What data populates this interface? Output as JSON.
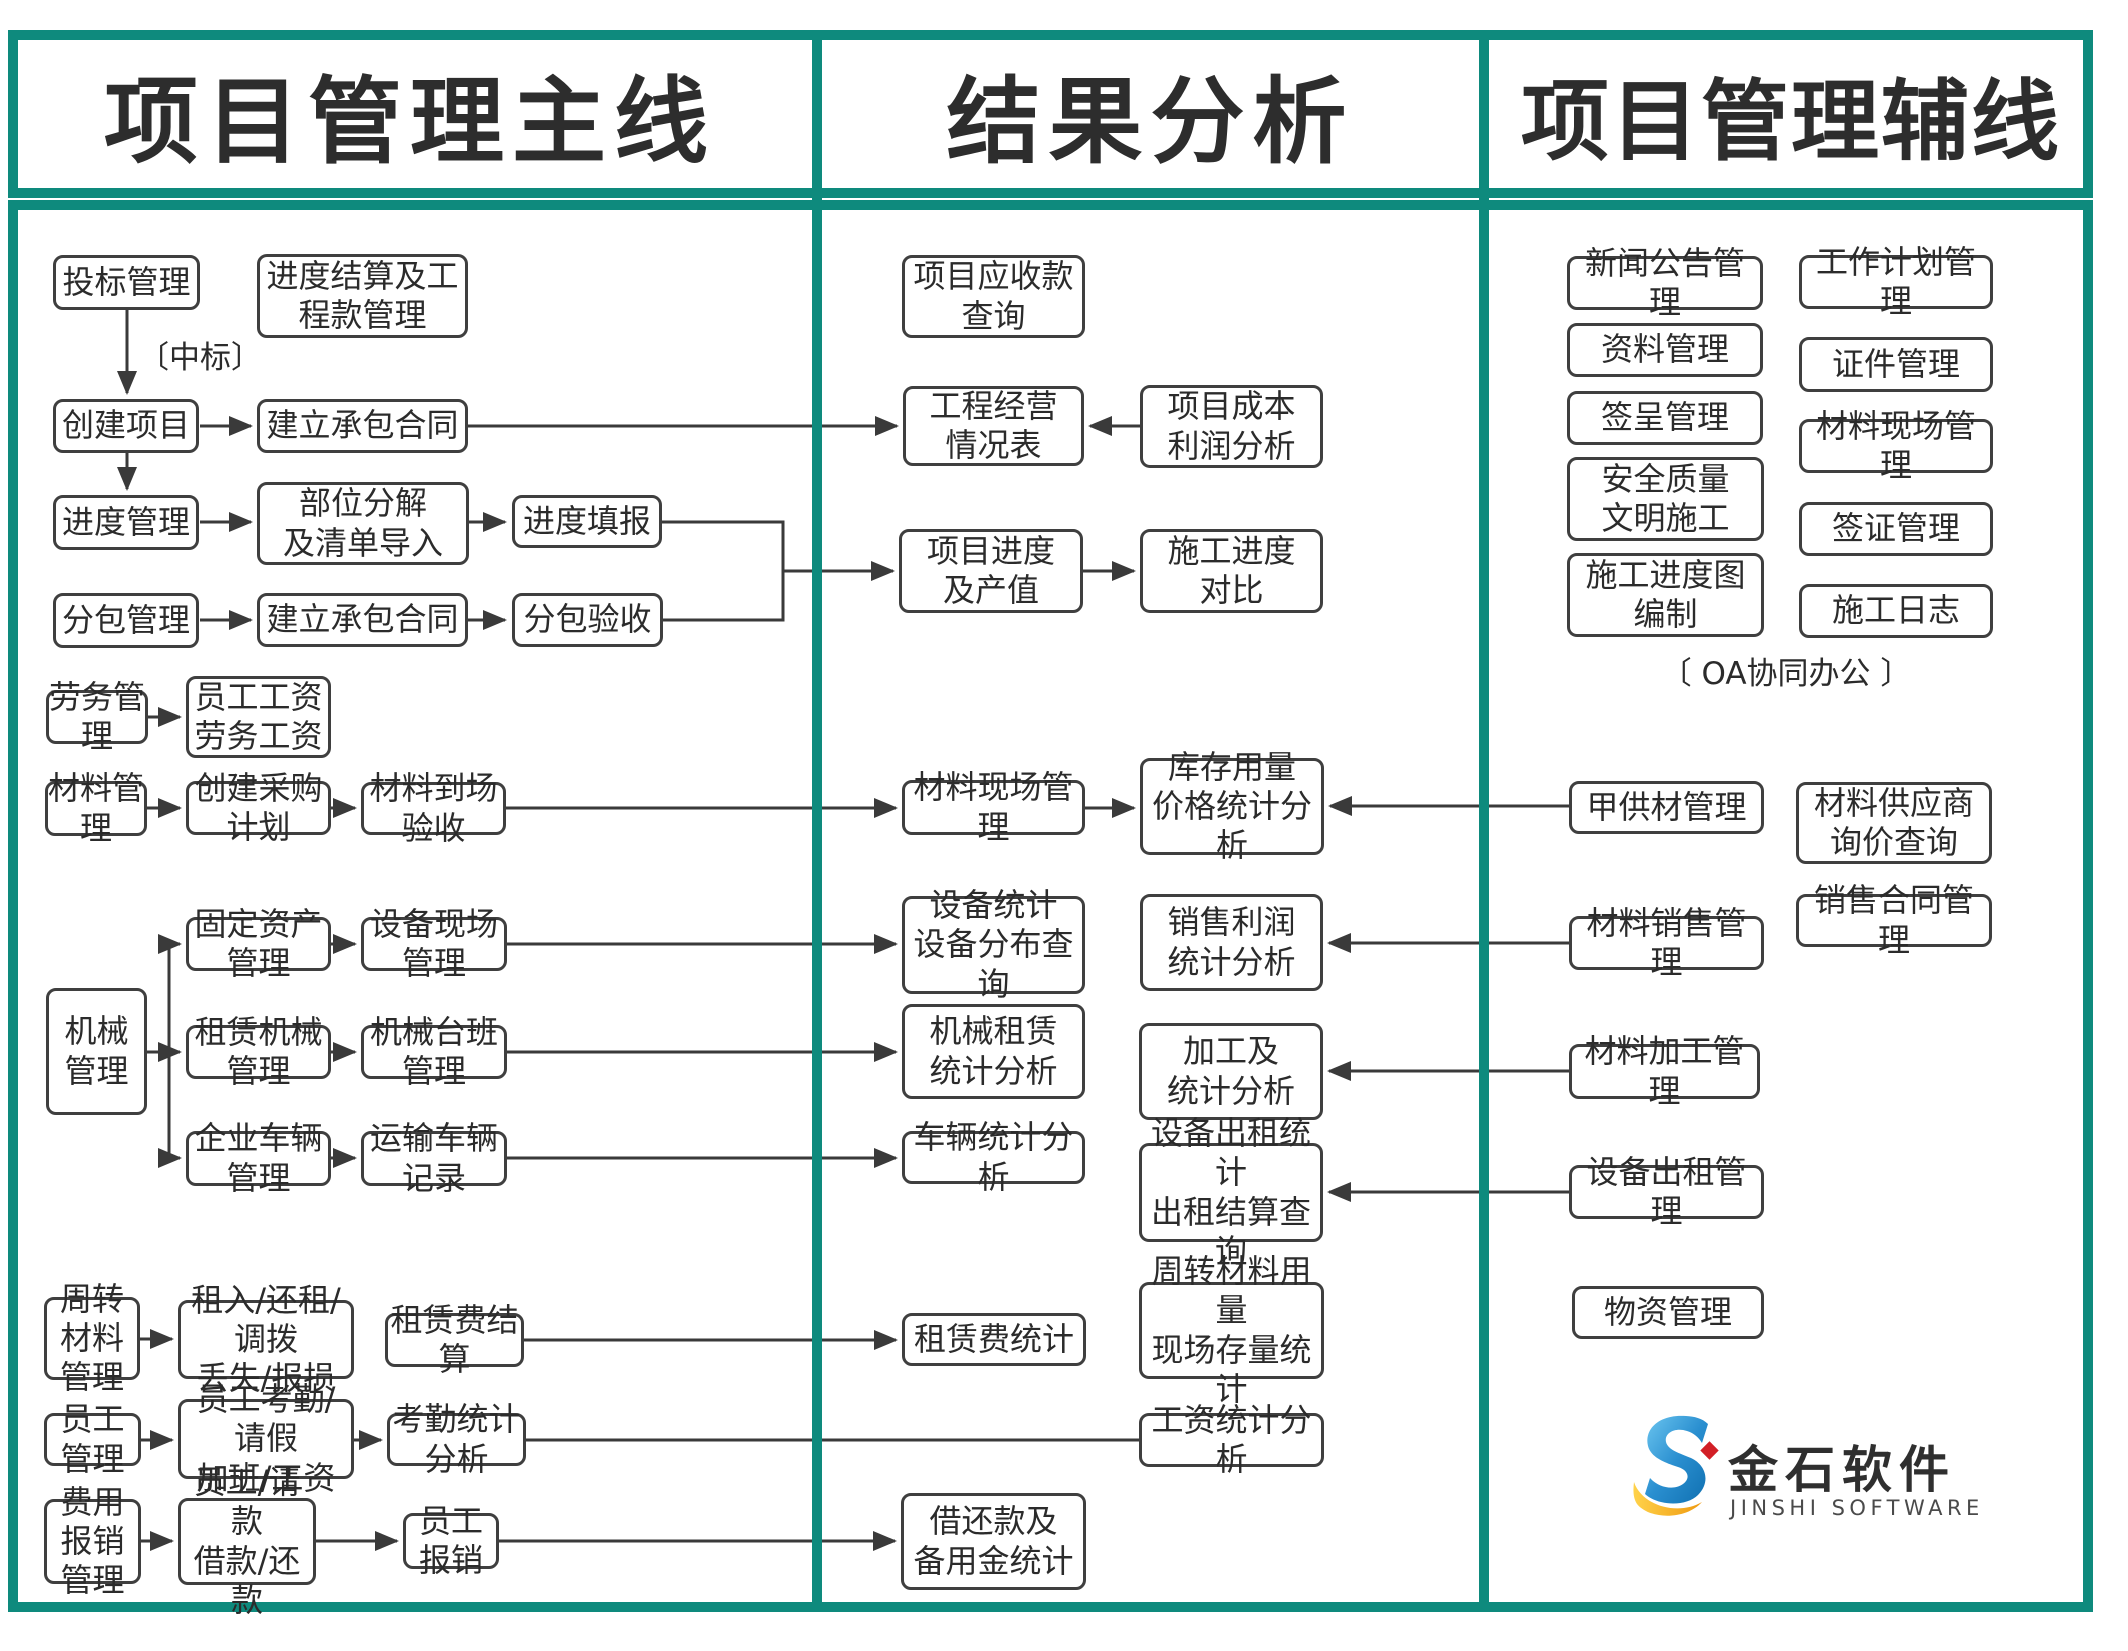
{
  "headers": {
    "main": "项目管理主线",
    "analysis": "结果分析",
    "aux": "项目管理辅线"
  },
  "notes": {
    "win_bid": "〔中标〕",
    "oa": "〔 OA协同办公 〕"
  },
  "main_line": {
    "bid_mgmt": "投标管理",
    "progress_settlement": "进度结算及工\n程款管理",
    "create_project": "创建项目",
    "contract1": "建立承包合同",
    "progress_mgmt": "进度管理",
    "part_decompose": "部位分解\n及清单导入",
    "progress_fill": "进度填报",
    "subcontract_mgmt": "分包管理",
    "contract2": "建立承包合同",
    "subcontract_accept": "分包验收",
    "labor_mgmt": "劳务管理",
    "wages": "员工工资\n劳务工资",
    "material_mgmt": "材料管理",
    "purchase_plan": "创建采购计划",
    "material_arrival": "材料到场验收",
    "machine_mgmt": "机械管理",
    "fixed_assets": "固定资产管理",
    "equip_site": "设备现场管理",
    "rental_machine": "租赁机械管理",
    "machine_shift": "机械台班管理",
    "company_vehicle": "企业车辆管理",
    "transport_record": "运输车辆记录",
    "turnover_material": "周转材料\n管理",
    "rent_return": "租入/还租/调拨\n丢失/报损",
    "rental_fee_settle": "租赁费结算",
    "employee_mgmt": "员工管理",
    "attendance": "员工考勤/请假\n加班/工资",
    "attendance_stat": "考勤统计分析",
    "expense_mgmt": "费用报销\n管理",
    "employee_loan": "员工/请款\n借款/还款",
    "employee_reimburse": "员工报销"
  },
  "analysis": {
    "receivable_query": "项目应收款\n查询",
    "operation_table": "工程经营\n情况表",
    "cost_profit": "项目成本\n利润分析",
    "progress_value": "项目进度\n及产值",
    "construct_compare": "施工进度\n对比",
    "material_site": "材料现场管理",
    "inventory_stat": "库存用量\n价格统计分析",
    "equip_stat": "设备统计\n设备分布查询",
    "sales_profit": "销售利润\n统计分析",
    "machine_rental_stat": "机械租赁\n统计分析",
    "process_stat": "加工及\n统计分析",
    "vehicle_stat": "车辆统计分析",
    "equip_rent_stat": "设备出租统计\n出租结算查询",
    "rental_fee_stat": "租赁费统计",
    "turnover_stat": "周转材料用量\n现场存量统计",
    "salary_stat": "工资统计分析",
    "loan_stat": "借还款及\n备用金统计"
  },
  "aux": {
    "news": "新闻公告管理",
    "work_plan": "工作计划管理",
    "document": "资料管理",
    "certificate": "证件管理",
    "sign": "签呈管理",
    "material_site2": "材料现场管理",
    "safety": "安全质量\n文明施工",
    "visa": "签证管理",
    "schedule_chart": "施工进度图\n编制",
    "construct_log": "施工日志",
    "owner_material": "甲供材管理",
    "supplier_inquiry": "材料供应商\n询价查询",
    "material_sales": "材料销售管理",
    "sales_contract": "销售合同管理",
    "material_process": "材料加工管理",
    "equip_rent_mgmt": "设备出租管理",
    "goods_mgmt": "物资管理"
  },
  "logo": {
    "cn": "金石软件",
    "en": "JINSHI SOFTWARE"
  },
  "colors": {
    "frame_teal": "#0e8a7d",
    "box_border": "#3f3f3f",
    "arrow": "#3a3a3a",
    "logo_blue": "#1d7fc4",
    "logo_gold": "#f2a818",
    "logo_red": "#d21f26"
  }
}
